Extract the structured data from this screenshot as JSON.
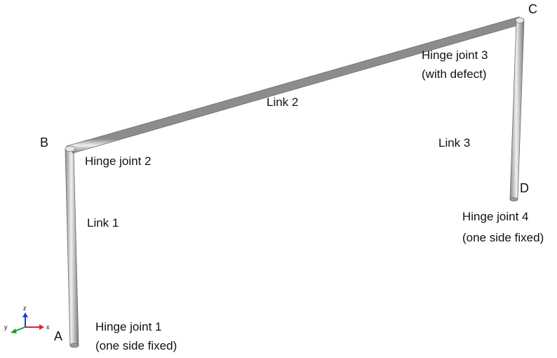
{
  "points": {
    "a": "A",
    "b": "B",
    "c": "C",
    "d": "D"
  },
  "links": {
    "link1": "Link 1",
    "link2": "Link 2",
    "link3": "Link 3"
  },
  "joints": {
    "hinge1": {
      "line1": "Hinge joint 1",
      "line2": "(one side fixed)"
    },
    "hinge2": {
      "line1": "Hinge joint 2"
    },
    "hinge3": {
      "line1": "Hinge joint 3",
      "line2": "(with defect)"
    },
    "hinge4": {
      "line1": "Hinge joint 4",
      "line2": "(one side fixed)"
    }
  },
  "axes": {
    "x": "x",
    "y": "y",
    "z": "z"
  },
  "colors": {
    "beam_dark": "#7d7d7d",
    "beam_light": "#ececec",
    "axis_x": "#e0261f",
    "axis_y": "#1f9a2f",
    "axis_z": "#1b3fd6"
  }
}
